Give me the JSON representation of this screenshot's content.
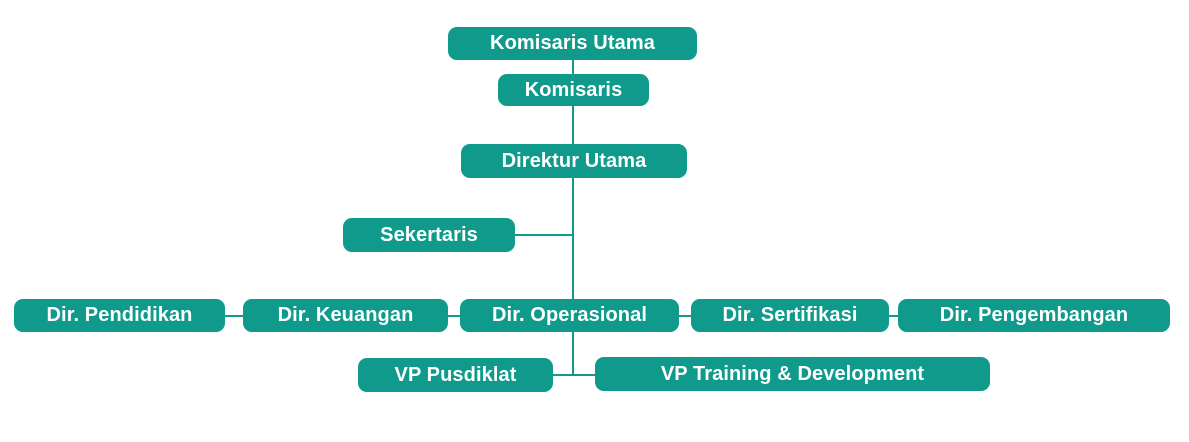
{
  "org_chart": {
    "komisaris_utama": "Komisaris Utama",
    "komisaris": "Komisaris",
    "direktur_utama": "Direktur Utama",
    "sekertaris": "Sekertaris",
    "dir_pendidikan": "Dir. Pendidikan",
    "dir_keuangan": "Dir. Keuangan",
    "dir_operasional": "Dir. Operasional",
    "dir_sertifikasi": "Dir. Sertifikasi",
    "dir_pengembangan": "Dir. Pengembangan",
    "vp_pusdiklat": "VP Pusdiklat",
    "vp_training": "VP Training & Development"
  },
  "colors": {
    "node_fill": "#0f9a8c",
    "node_text": "#ffffff",
    "connector": "#0f9a8c"
  }
}
